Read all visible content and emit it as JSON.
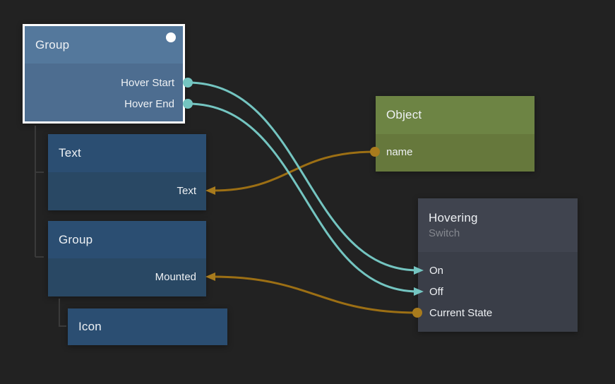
{
  "app": {
    "view": "node-graph-canvas",
    "background": "#222222"
  },
  "colors": {
    "wire_teal": "#74c5c1",
    "wire_orange": "#9c6f14",
    "dot_orange": "#a87b1d",
    "dot_teal": "#74c5c1",
    "selection_border": "#ffffff",
    "tree_line": "#3a3a3a",
    "node_blue_header": "#2b4e72",
    "node_blue_body": "#294864",
    "node_selected_header": "#54789c",
    "node_selected_body": "#4d6d90",
    "node_green_header": "#6d8444",
    "node_green_body": "#66783c",
    "node_gray_header": "#40444f",
    "node_gray_body": "#3a3e48"
  },
  "nodes": [
    {
      "id": "group-root",
      "title": "Group",
      "selected": true,
      "status_indicator": "white-circle",
      "ports": [
        {
          "label": "Hover Start",
          "side": "right",
          "connector": "teal-dot"
        },
        {
          "label": "Hover End",
          "side": "right",
          "connector": "teal-dot"
        }
      ]
    },
    {
      "id": "text",
      "title": "Text",
      "selected": false,
      "ports": [
        {
          "label": "Text",
          "side": "right",
          "connector": "orange-arrow-in"
        }
      ]
    },
    {
      "id": "group-child",
      "title": "Group",
      "selected": false,
      "ports": [
        {
          "label": "Mounted",
          "side": "right",
          "connector": "orange-arrow-in"
        }
      ]
    },
    {
      "id": "icon",
      "title": "Icon",
      "selected": false,
      "ports": []
    },
    {
      "id": "object",
      "title": "Object",
      "selected": false,
      "ports": [
        {
          "label": "name",
          "side": "left",
          "connector": "orange-dot"
        }
      ]
    },
    {
      "id": "hovering",
      "title": "Hovering",
      "subtitle": "Switch",
      "selected": false,
      "ports": [
        {
          "label": "On",
          "side": "left",
          "connector": "teal-arrow-in"
        },
        {
          "label": "Off",
          "side": "left",
          "connector": "teal-arrow-in"
        },
        {
          "label": "Current State",
          "side": "left",
          "connector": "orange-dot"
        }
      ]
    }
  ],
  "connections": [
    {
      "from": "Group.Hover Start",
      "to": "Hovering.On",
      "color": "teal"
    },
    {
      "from": "Group.Hover End",
      "to": "Hovering.Off",
      "color": "teal"
    },
    {
      "from": "Object.name",
      "to": "Text.Text",
      "color": "orange"
    },
    {
      "from": "Hovering.Current State",
      "to": "Group.Mounted",
      "color": "orange"
    }
  ],
  "hierarchy": [
    {
      "parent": "Group",
      "children": [
        "Text",
        "Group"
      ]
    },
    {
      "parent": "Group (child)",
      "children": [
        "Icon"
      ]
    }
  ]
}
